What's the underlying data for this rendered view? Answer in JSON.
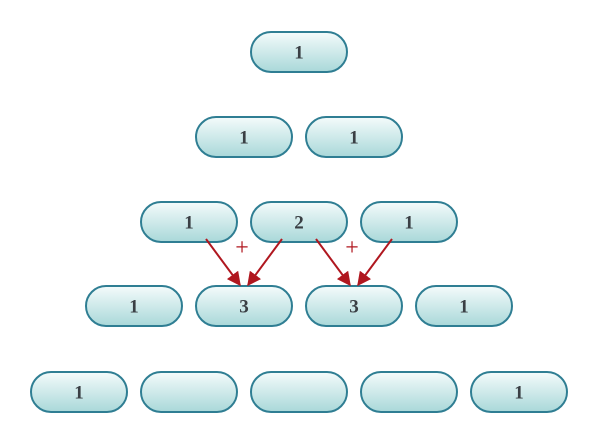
{
  "colors": {
    "pill_fill_top": "#f4fbfb",
    "pill_fill_bottom": "#a9d8d9",
    "pill_border": "#2f7e93",
    "text": "#3a3f44",
    "arrow": "#b0171f"
  },
  "rows": [
    {
      "cells": [
        "1"
      ]
    },
    {
      "cells": [
        "1",
        "1"
      ]
    },
    {
      "cells": [
        "1",
        "2",
        "1"
      ]
    },
    {
      "cells": [
        "1",
        "3",
        "3",
        "1"
      ]
    },
    {
      "cells": [
        "1",
        "",
        "",
        "",
        "1"
      ]
    }
  ],
  "sum_annotations": [
    {
      "from_row": 2,
      "sources": [
        0,
        1
      ],
      "target_row": 3,
      "target": 1,
      "symbol": "+"
    },
    {
      "from_row": 2,
      "sources": [
        1,
        2
      ],
      "target_row": 3,
      "target": 2,
      "symbol": "+"
    }
  ]
}
